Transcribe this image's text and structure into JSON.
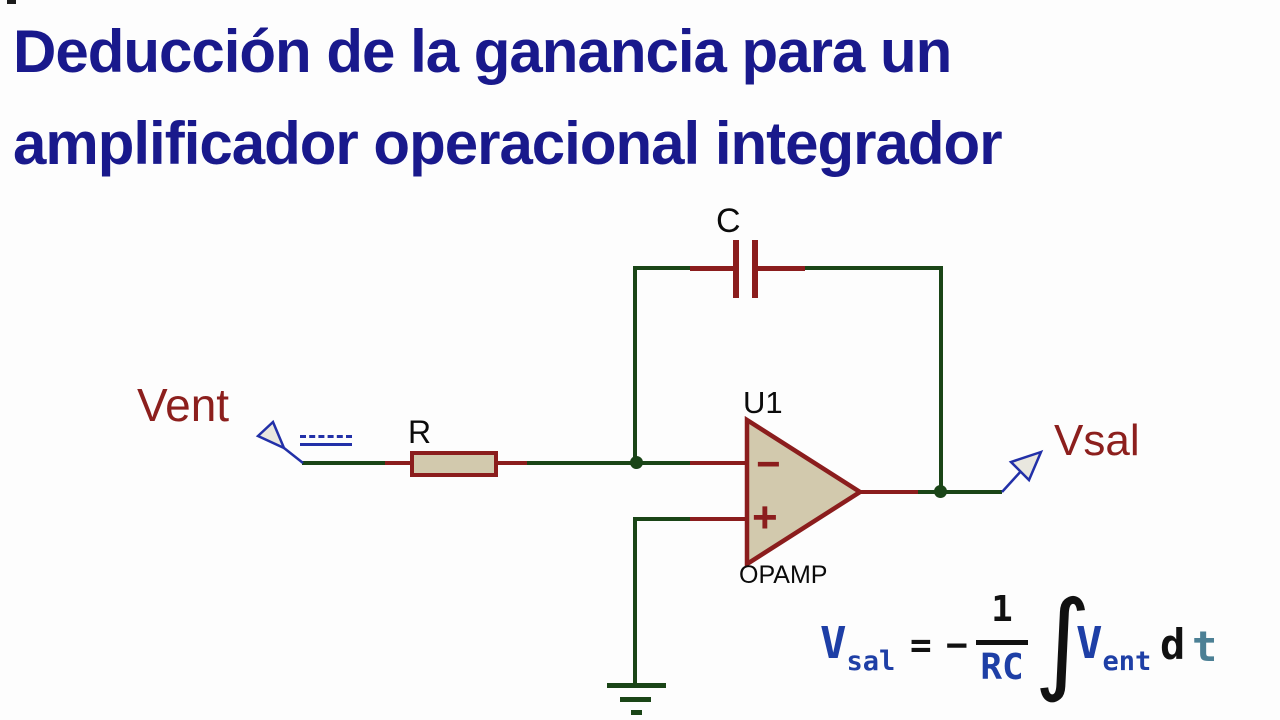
{
  "title": {
    "line1": "Deducción de la ganancia para un",
    "line2": "amplificador operacional integrador"
  },
  "circuit": {
    "capacitor_label": "C",
    "resistor_label": "R",
    "opamp_ref": "U1",
    "opamp_type": "OPAMP",
    "input_label": "Vent",
    "output_label": "Vsal",
    "inverting_symbol": "−",
    "noninverting_symbol": "+"
  },
  "formula": {
    "lhs_base": "V",
    "lhs_sub": "sal",
    "equals": "=",
    "minus": "−",
    "numerator": "1",
    "denominator": "RC",
    "integral": "∫",
    "integrand_base": "V",
    "integrand_sub": "ent",
    "differential": "d",
    "time_var": "t"
  },
  "colors": {
    "title_navy": "#19198C",
    "wire_green": "#1A4517",
    "component_red": "#8B1D1D",
    "component_fill": "#D2C9AD",
    "terminal_blue": "#2230A8",
    "formula_blue": "#1E3FA6",
    "formula_teal": "#4C8095",
    "text_black": "#0B0B0B"
  }
}
